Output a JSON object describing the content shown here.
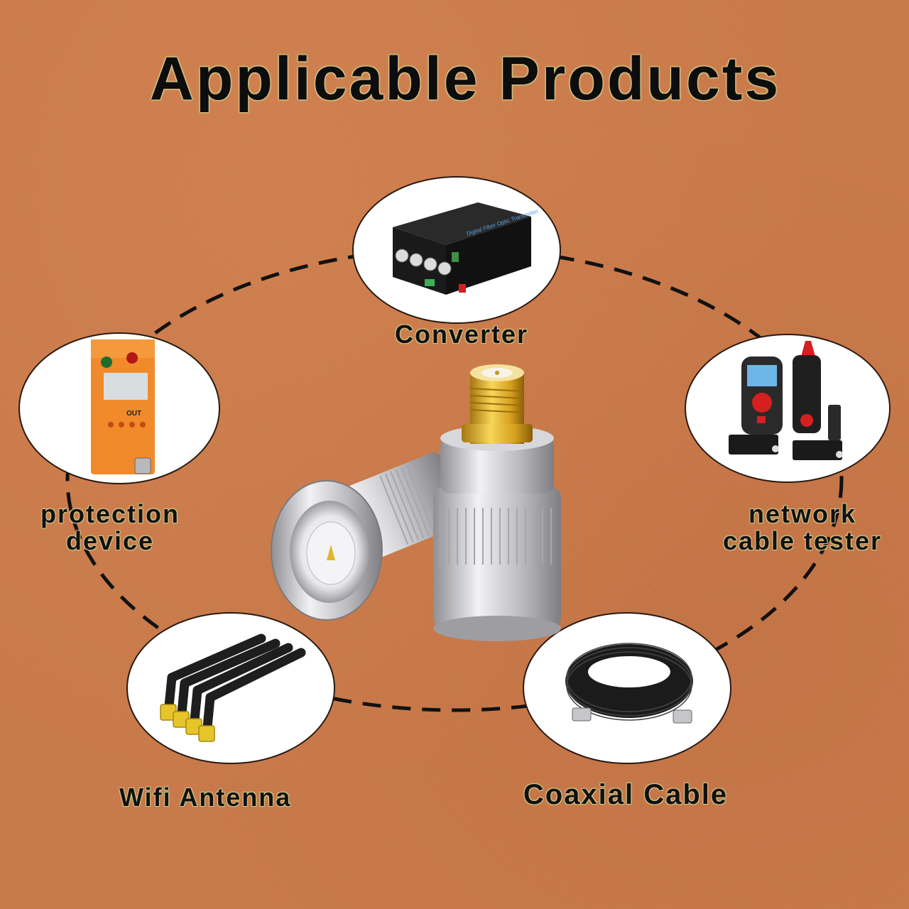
{
  "title": "Applicable Products",
  "colors": {
    "background": "#c97a4a",
    "title_text": "#0d0d0d",
    "title_outline": "#cbbd7c",
    "bubble_fill": "#ffffff",
    "dash_line": "#111111",
    "gold": "#e0b232",
    "silver": "#c9c9cc"
  },
  "center_product": {
    "icon": "bnc-male-to-sma-female-adapter-icon"
  },
  "products": [
    {
      "label": "Converter",
      "icon": "fiber-video-converter-icon"
    },
    {
      "label": "protection device",
      "line1": "protection",
      "line2": "device",
      "icon": "surge-protection-device-icon"
    },
    {
      "label": "network cable tester",
      "line1": "network",
      "line2": "cable tester",
      "icon": "network-cable-tester-icon"
    },
    {
      "label": "Wifi Antenna",
      "icon": "wifi-antenna-icon"
    },
    {
      "label": "Coaxial Cable",
      "icon": "coaxial-cable-icon"
    }
  ]
}
